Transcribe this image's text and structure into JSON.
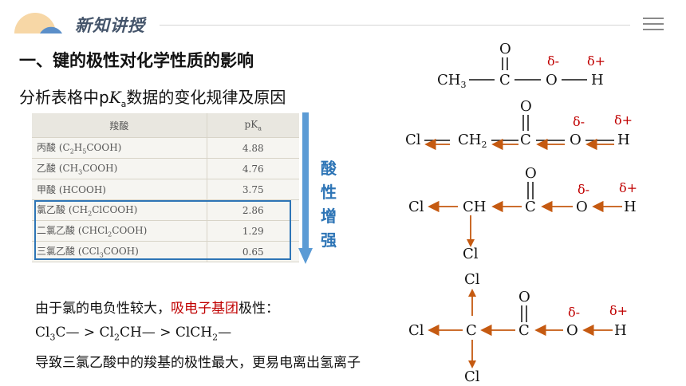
{
  "header": {
    "title": "新知讲授"
  },
  "section_heading": "一、键的极性对化学性质的影响",
  "subtitle": {
    "prefix": "分析表格中p",
    "k": "K",
    "a": "a",
    "suffix": "数据的变化规律及原因"
  },
  "table": {
    "col_acid": "羧酸",
    "col_pka": {
      "main": "pK",
      "sub": "a"
    },
    "rows": [
      {
        "name": "丙酸 (C<sub>2</sub>H<sub>5</sub>COOH)",
        "pka": "4.88"
      },
      {
        "name": "乙酸 (CH<sub>3</sub>COOH)",
        "pka": "4.76"
      },
      {
        "name": "甲酸 (HCOOH)",
        "pka": "3.75"
      },
      {
        "name": "氯乙酸 (CH<sub>2</sub>ClCOOH)",
        "pka": "2.86"
      },
      {
        "name": "二氯乙酸 (CHCl<sub>2</sub>COOH)",
        "pka": "1.29"
      },
      {
        "name": "三氯乙酸 (CCl<sub>3</sub>COOH)",
        "pka": "0.65"
      }
    ]
  },
  "acidity_label": [
    "酸",
    "性",
    "增",
    "强"
  ],
  "reason": {
    "prefix": "由于氯的电负性较大，",
    "highlight": "吸电子基团",
    "suffix": "极性："
  },
  "order_line": "Cl<sub>3</sub>C— &gt; Cl<sub>2</sub>CH— &gt; ClCH<sub>2</sub>—",
  "conclusion": "导致三氯乙酸中的羧基的极性最大，更易电离出氢离子",
  "colors": {
    "accent_blue": "#2e75b6",
    "arrow_brown": "#c55a11",
    "delta_red": "#c00000"
  },
  "structures": {
    "delta_minus": "δ-",
    "delta_plus": "δ+",
    "s1": {
      "ch3": "CH",
      "ch3_sub": "3",
      "c": "C",
      "o_top": "O",
      "o": "O",
      "h": "H"
    },
    "s2": {
      "cl": "Cl",
      "ch2": "CH",
      "ch2_sub": "2",
      "c": "C",
      "o_top": "O",
      "o": "O",
      "h": "H"
    },
    "s3": {
      "cl": "Cl",
      "ch": "CH",
      "c": "C",
      "o_top": "O",
      "o": "O",
      "h": "H",
      "cl_bottom": "Cl"
    },
    "s4": {
      "cl_top": "Cl",
      "cl_left": "Cl",
      "c1": "C",
      "c2": "C",
      "o_top": "O",
      "o": "O",
      "h": "H",
      "cl_bottom": "Cl"
    }
  }
}
